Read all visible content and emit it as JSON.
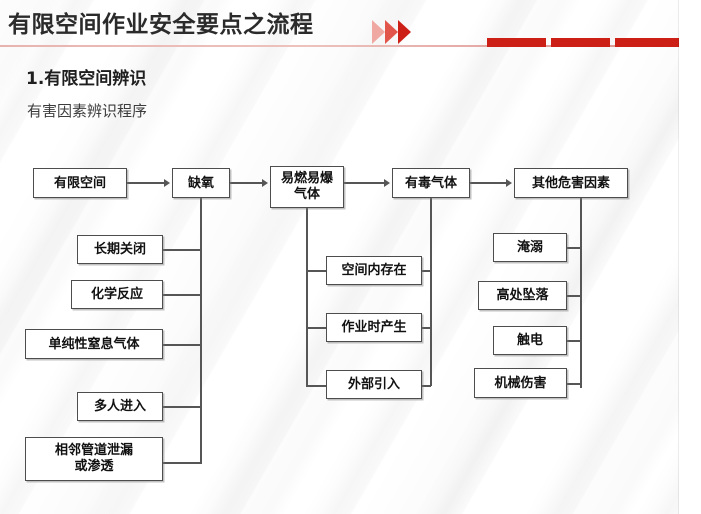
{
  "header": {
    "title": "有限空间作业安全要点之流程",
    "chevron_icon": "triple-chevron-right-icon",
    "accent_color": "#cc1f16",
    "chevron_colors": [
      "#f0a9a2",
      "#e2554a",
      "#cc1f16"
    ],
    "bar_count": 3
  },
  "section": {
    "number_title": "1.有限空间辨识",
    "subtitle": "有害因素辨识程序"
  },
  "flow": {
    "main_chain": [
      {
        "id": "node-youxiankongjian",
        "label": "有限空间"
      },
      {
        "id": "node-queyang",
        "label": "缺氧"
      },
      {
        "id": "node-yiranyibao",
        "label": "易燃易爆\n气体",
        "line1": "易燃易爆",
        "line2": "气体"
      },
      {
        "id": "node-youduqiti",
        "label": "有毒气体"
      },
      {
        "id": "node-qitaweihai",
        "label": "其他危害因素"
      }
    ],
    "branch_queyang": [
      {
        "id": "node-changqiguanbi",
        "label": "长期关闭"
      },
      {
        "id": "node-huaxuefanying",
        "label": "化学反应"
      },
      {
        "id": "node-danchunxing",
        "label": "单纯性窒息气体"
      },
      {
        "id": "node-duorenjinru",
        "label": "多人进入"
      },
      {
        "id": "node-xianglinguandao",
        "label": "相邻管道泄漏或渗透",
        "line1": "相邻管道泄漏",
        "line2": "或渗透"
      }
    ],
    "branch_gas": [
      {
        "id": "node-kongjianneicunzai",
        "label": "空间内存在"
      },
      {
        "id": "node-zuoyeshichansheng",
        "label": "作业时产生"
      },
      {
        "id": "node-waibuyinru",
        "label": "外部引入"
      }
    ],
    "branch_qita": [
      {
        "id": "node-yanni",
        "label": "淹溺"
      },
      {
        "id": "node-gaochuzhuiluo",
        "label": "高处坠落"
      },
      {
        "id": "node-chudian",
        "label": "触电"
      },
      {
        "id": "node-jixieshanghai",
        "label": "机械伤害"
      }
    ]
  }
}
